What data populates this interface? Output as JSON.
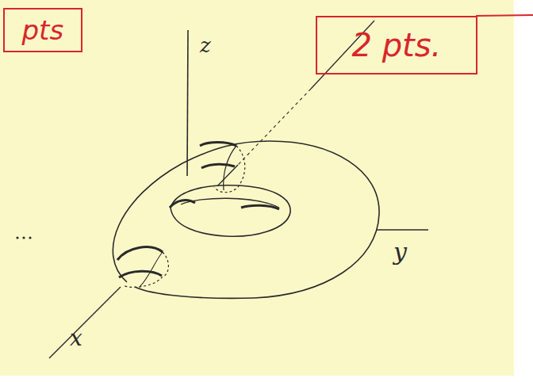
{
  "diagram": {
    "nodes": [
      {
        "text": [
          "pts"
        ]
      },
      {
        "text": [
          "2 pts."
        ]
      }
    ],
    "labels": [
      "z",
      "y",
      "x"
    ]
  }
}
